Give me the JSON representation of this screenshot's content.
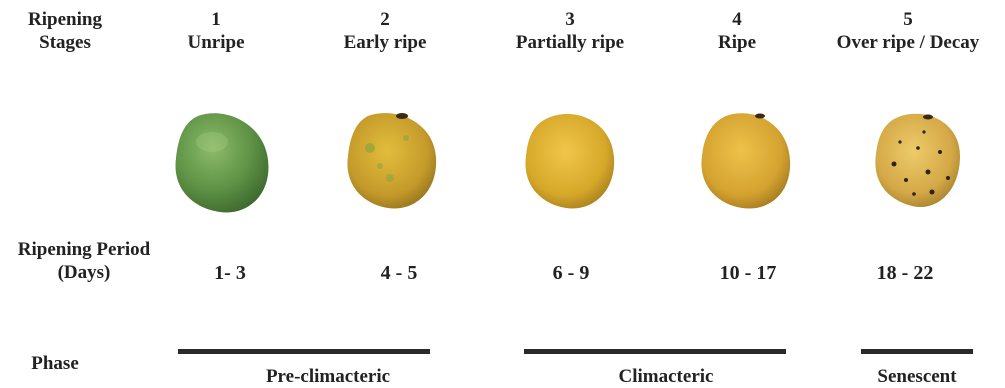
{
  "labels": {
    "ripening_stages": "Ripening Stages",
    "ripening_period": "Ripening Period (Days)",
    "phase": "Phase"
  },
  "stages": [
    {
      "number": "1",
      "name": "Unripe",
      "period": "1- 3",
      "color": "#6b9a4a"
    },
    {
      "number": "2",
      "name": "Early ripe",
      "period": "4 - 5",
      "color": "#c9a530"
    },
    {
      "number": "3",
      "name": "Partially ripe",
      "period": "6 - 9",
      "color": "#dcae2c"
    },
    {
      "number": "4",
      "name": "Ripe",
      "period": "10 - 17",
      "color": "#d8a632"
    },
    {
      "number": "5",
      "name": "Over ripe / Decay",
      "period": "18 - 22",
      "color": "#d8aa40"
    }
  ],
  "phases": [
    {
      "name": "Pre-climacteric"
    },
    {
      "name": "Climacteric"
    },
    {
      "name": "Senescent"
    }
  ]
}
